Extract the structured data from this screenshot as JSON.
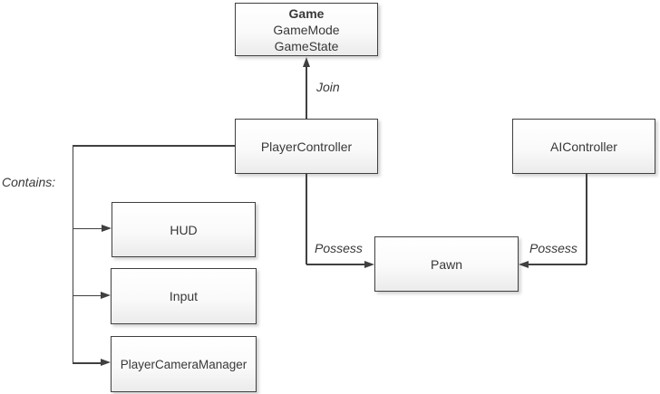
{
  "diagram": {
    "boxes": {
      "game": {
        "title": "Game",
        "lines": [
          "GameMode",
          "GameState"
        ]
      },
      "player_controller": {
        "label": "PlayerController"
      },
      "ai_controller": {
        "label": "AIController"
      },
      "pawn": {
        "label": "Pawn"
      },
      "hud": {
        "label": "HUD"
      },
      "input": {
        "label": "Input"
      },
      "player_camera_manager": {
        "label": "PlayerCameraManager"
      }
    },
    "connector_labels": {
      "join": "Join",
      "possess_left": "Possess",
      "possess_right": "Possess",
      "contains": "Contains:"
    },
    "colors": {
      "background": "#ffffff",
      "box_border": "#404040",
      "box_fill_top": "#ffffff",
      "box_fill_bottom": "#ebebeb",
      "connector": "#404040",
      "text": "#383838"
    }
  }
}
